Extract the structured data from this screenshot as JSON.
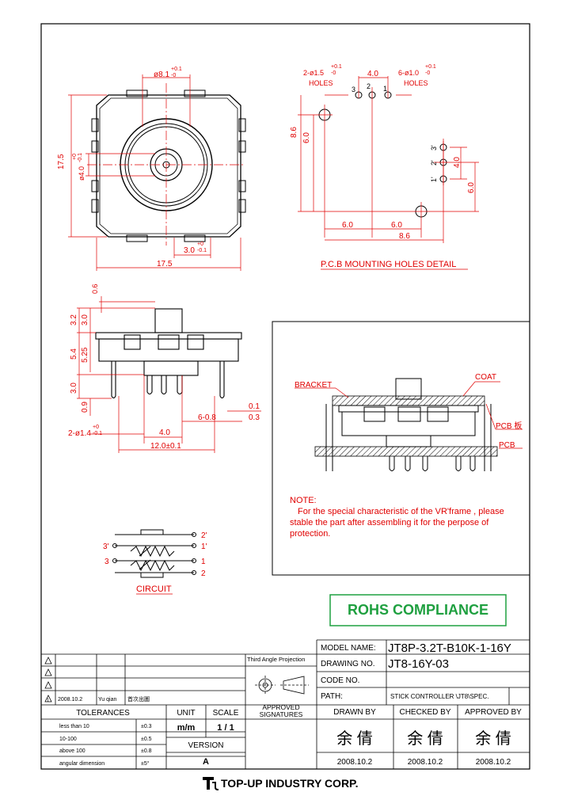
{
  "top_view": {
    "dim_dia_outer": "ø8.1",
    "dim_dia_outer_tol_plus": "+0.1",
    "dim_dia_outer_tol_minus": "-0",
    "dim_height": "17.5",
    "dim_dia_inner": "ø4.0",
    "dim_dia_inner_tol_plus": "+0",
    "dim_dia_inner_tol_minus": "-0.1",
    "dim_shaft": "3.0",
    "dim_shaft_tol_plus": "+0",
    "dim_shaft_tol_minus": "-0.1",
    "dim_width": "17.5"
  },
  "pcb_detail": {
    "holes_left": "2-ø1.5",
    "holes_left_tol_plus": "+0.1",
    "holes_left_tol_minus": "-0",
    "holes_left_word": "HOLES",
    "holes_right": "6-ø1.0",
    "holes_right_tol_plus": "+0.1",
    "holes_right_tol_minus": "-0",
    "holes_right_word": "HOLES",
    "pitch": "4.0",
    "pin3": "3",
    "pin2": "2",
    "pin1": "1",
    "pin3p": "3'",
    "pin2p": "2'",
    "pin1p": "1'",
    "dim_86_v": "8.6",
    "dim_60_v": "6.0",
    "dim_40_v": "4.0",
    "dim_60_v2": "6.0",
    "dim_60_h1": "6.0",
    "dim_60_h2": "6.0",
    "dim_86_h": "8.6",
    "title": "P.C.B MOUNTING HOLES DETAIL"
  },
  "side_view": {
    "d06": "0.6",
    "d32": "3.2",
    "d30a": "3.0",
    "d54": "5.4",
    "d525": "5.25",
    "d30b": "3.0",
    "d09": "0.9",
    "d01": "0.1",
    "d03": "0.3",
    "d608": "6-0.8",
    "d14": "2-ø1.4",
    "d14_tol_plus": "+0",
    "d14_tol_minus": "-0.1",
    "d40": "4.0",
    "d120": "12.0±0.1"
  },
  "assembly": {
    "bracket": "BRACKET",
    "coat": "COAT",
    "pcb_plate": "PCB 板",
    "pcb": "PCB",
    "note_title": "NOTE:",
    "note_line1": "For the special characteristic of the VR'frame , please",
    "note_line2": "stable the part after assembling it for the perpose of",
    "note_line3": "protection."
  },
  "circuit": {
    "p2p": "2'",
    "p1p": "1'",
    "p3p": "3'",
    "p3": "3",
    "p1": "1",
    "p2": "2",
    "label": "CIRCUIT"
  },
  "rohs": "ROHS COMPLIANCE",
  "title_block": {
    "model_label": "MODEL NAME:",
    "model_value": "JT8P-3.2T-B10K-1-16Y",
    "drawing_label": "DRAWING NO.",
    "drawing_value": "JT8-16Y-03",
    "code_label": "CODE NO.",
    "code_value": "",
    "path_label": "PATH:",
    "path_value": "STICK CONTROLLER  \\JT8\\SPEC.",
    "projection": "Third Angle Projection",
    "approved_signatures": [
      "APPROVED",
      "SIGNATURES"
    ],
    "drawn_by_label": "DRAWN BY",
    "checked_by_label": "CHECKED BY",
    "approved_by_label": "APPROVED BY",
    "drawn_by": "余 倩",
    "checked_by": "余 倩",
    "approved_by": "余 倩",
    "drawn_date": "2008.10.2",
    "checked_date": "2008.10.2",
    "approved_date": "2008.10.2",
    "revision_symbol": "1",
    "revision_date": "2008.10.2",
    "revision_by": "Yu qian",
    "revision_desc": "首次出圖",
    "tolerances_label": "TOLERANCES",
    "unit_label": "UNIT",
    "scale_label": "SCALE",
    "unit_value": "m/m",
    "scale_value": "1 / 1",
    "version_label": "VERSION",
    "version_value": "A",
    "tolerance_rows": [
      {
        "range": "less than 10",
        "value": "±0.3"
      },
      {
        "range": "10-100",
        "value": "±0.5"
      },
      {
        "range": "above 100",
        "value": "±0.8"
      },
      {
        "range": "angular dimension",
        "value": "±5°"
      }
    ]
  },
  "company": "TOP-UP INDUSTRY CORP.",
  "colors": {
    "dimension": "#e00000",
    "rohs_text": "#1fa040",
    "rohs_border": "#1fa040"
  }
}
